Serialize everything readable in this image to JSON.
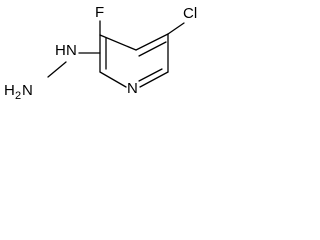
{
  "molecule": {
    "atoms": {
      "fluorine": "F",
      "chlorine": "Cl",
      "ring_nitrogen": "N",
      "hydrazine_nh": "H",
      "hydrazine_nh_n": "N",
      "hydrazine_nh2": "H",
      "hydrazine_nh2_n": "N",
      "hydrazine_nh2_subscript": "2"
    },
    "colors": {
      "ink": "#000000",
      "background": "#ffffff"
    }
  }
}
